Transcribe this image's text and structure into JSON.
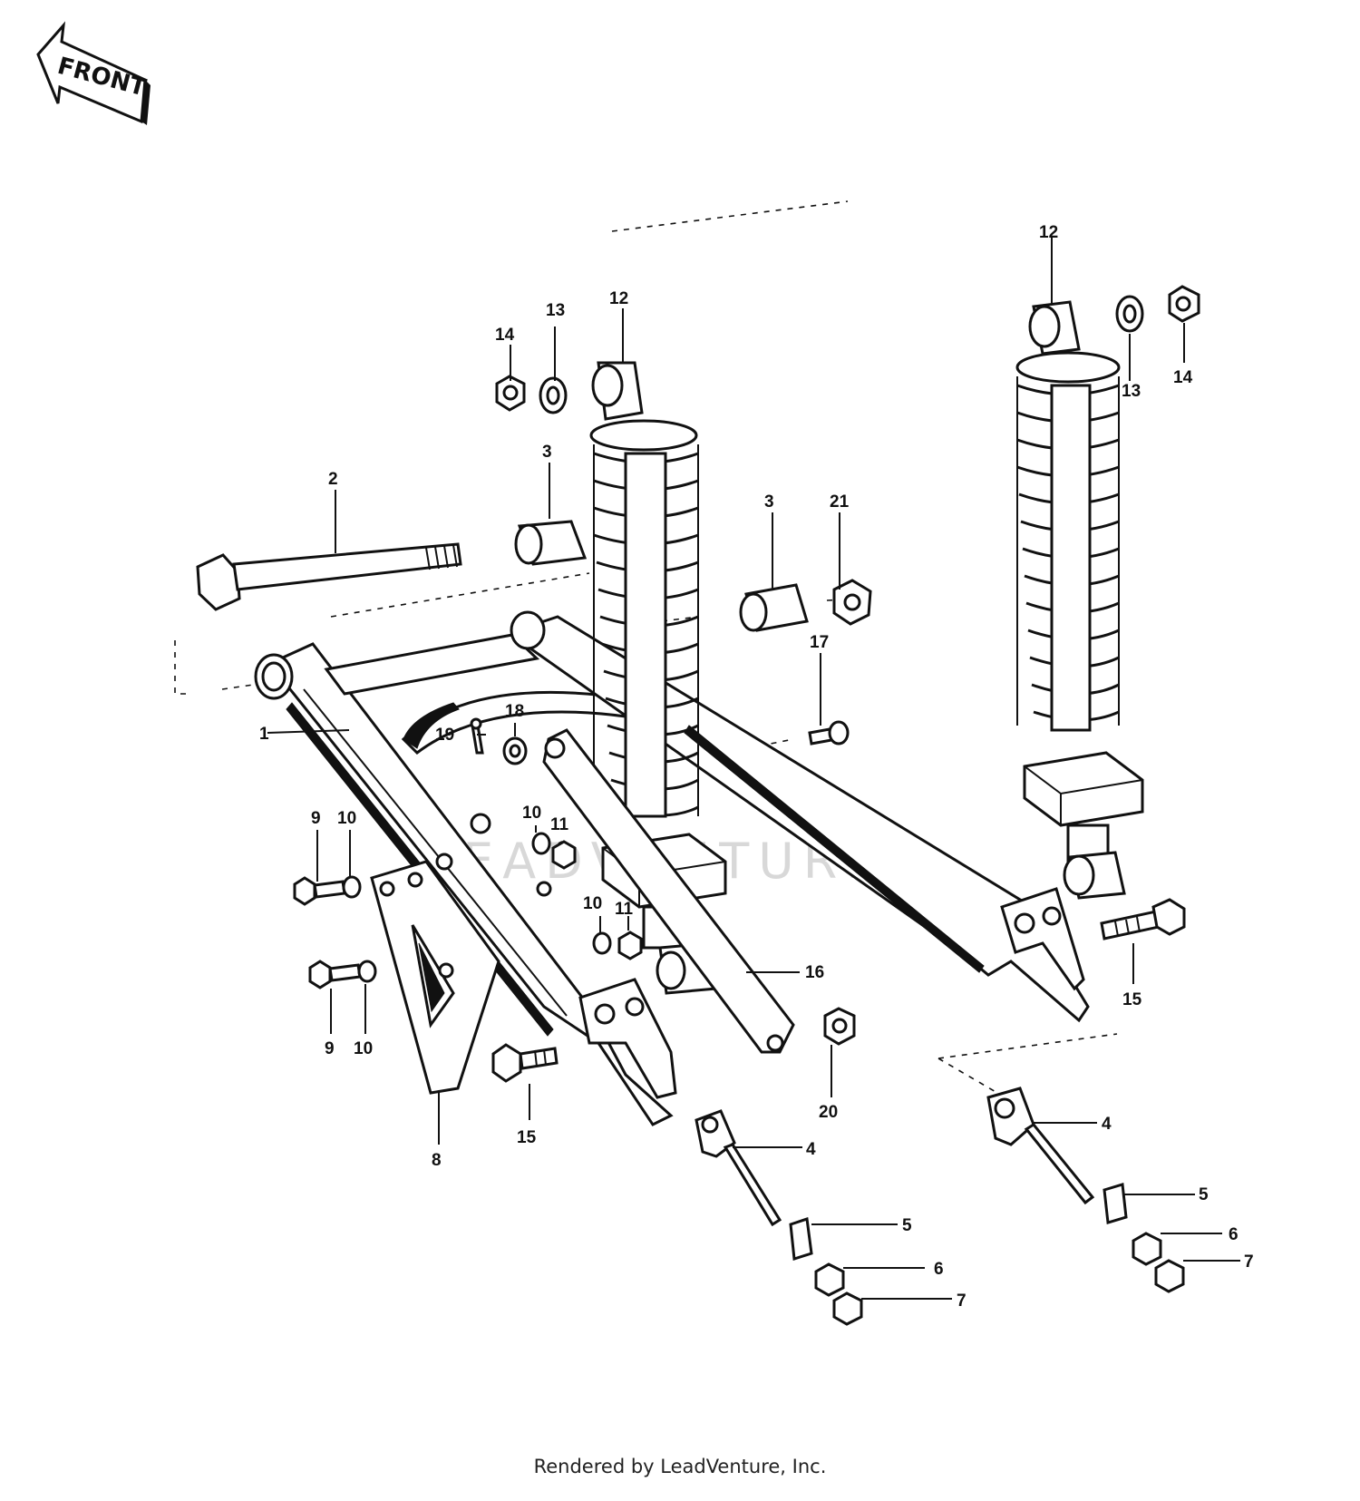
{
  "front_arrow_label": "FRONT",
  "watermark": "LEADVENTURE",
  "footer": "Rendered by LeadVenture, Inc.",
  "callouts": [
    {
      "id": "c-1",
      "text": "1"
    },
    {
      "id": "c-2",
      "text": "2"
    },
    {
      "id": "c-3a",
      "text": "3"
    },
    {
      "id": "c-3b",
      "text": "3"
    },
    {
      "id": "c-4a",
      "text": "4"
    },
    {
      "id": "c-4b",
      "text": "4"
    },
    {
      "id": "c-5a",
      "text": "5"
    },
    {
      "id": "c-5b",
      "text": "5"
    },
    {
      "id": "c-6a",
      "text": "6"
    },
    {
      "id": "c-6b",
      "text": "6"
    },
    {
      "id": "c-7a",
      "text": "7"
    },
    {
      "id": "c-7b",
      "text": "7"
    },
    {
      "id": "c-8",
      "text": "8"
    },
    {
      "id": "c-9a",
      "text": "9"
    },
    {
      "id": "c-9b",
      "text": "9"
    },
    {
      "id": "c-10a",
      "text": "10"
    },
    {
      "id": "c-10b",
      "text": "10"
    },
    {
      "id": "c-10c",
      "text": "10"
    },
    {
      "id": "c-10d",
      "text": "10"
    },
    {
      "id": "c-11a",
      "text": "11"
    },
    {
      "id": "c-11b",
      "text": "11"
    },
    {
      "id": "c-12a",
      "text": "12"
    },
    {
      "id": "c-12b",
      "text": "12"
    },
    {
      "id": "c-13a",
      "text": "13"
    },
    {
      "id": "c-13b",
      "text": "13"
    },
    {
      "id": "c-14a",
      "text": "14"
    },
    {
      "id": "c-14b",
      "text": "14"
    },
    {
      "id": "c-15a",
      "text": "15"
    },
    {
      "id": "c-15b",
      "text": "15"
    },
    {
      "id": "c-16",
      "text": "16"
    },
    {
      "id": "c-17",
      "text": "17"
    },
    {
      "id": "c-18",
      "text": "18"
    },
    {
      "id": "c-19",
      "text": "19"
    },
    {
      "id": "c-20",
      "text": "20"
    },
    {
      "id": "c-21",
      "text": "21"
    }
  ]
}
